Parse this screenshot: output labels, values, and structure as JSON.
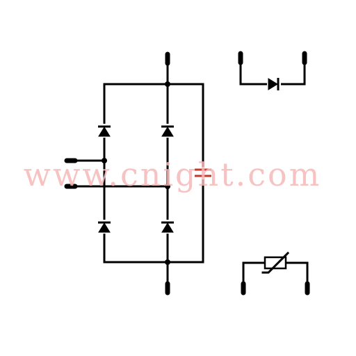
{
  "watermark": {
    "text": "www.cnight.com",
    "color": "#f6b7b7"
  },
  "colors": {
    "wire": "#000000",
    "capacitor": "#c0392b",
    "background": "#ffffff"
  },
  "symbols": [
    "rectifier-bridge-with-capacitor",
    "diode",
    "varistor"
  ]
}
